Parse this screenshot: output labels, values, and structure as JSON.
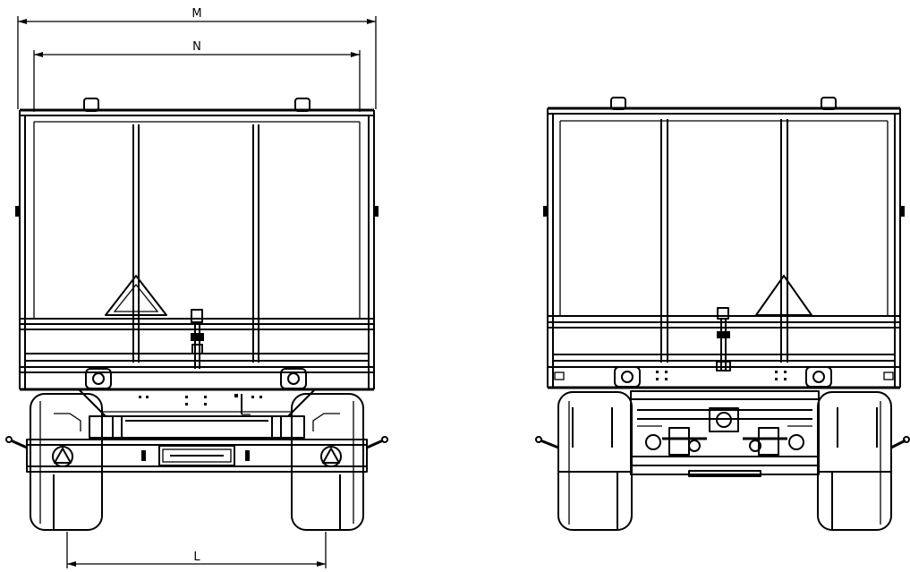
{
  "dimensions": {
    "overall_width": "M",
    "body_width": "N",
    "track_width": "L"
  },
  "colors": {
    "line": "#000000",
    "background": "#ffffff"
  }
}
